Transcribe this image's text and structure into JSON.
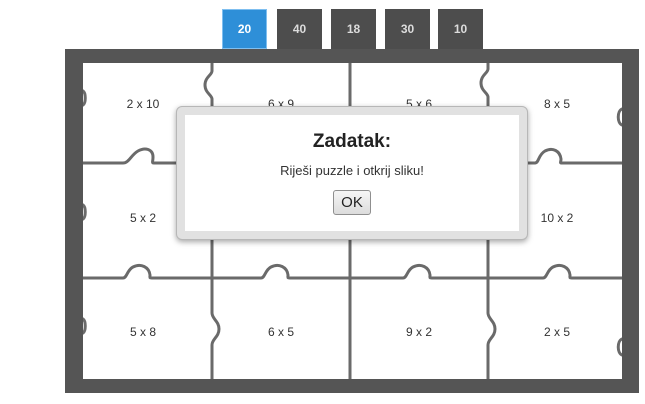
{
  "tabs": [
    {
      "label": "20",
      "active": true
    },
    {
      "label": "40",
      "active": false
    },
    {
      "label": "18",
      "active": false
    },
    {
      "label": "30",
      "active": false
    },
    {
      "label": "10",
      "active": false
    }
  ],
  "pieces": [
    {
      "label": "2 x 10"
    },
    {
      "label": "6 x 9"
    },
    {
      "label": "5 x 6"
    },
    {
      "label": "8 x 5"
    },
    {
      "label": "5 x 2"
    },
    {
      "label": ""
    },
    {
      "label": ""
    },
    {
      "label": "10 x 2"
    },
    {
      "label": "5 x 8"
    },
    {
      "label": "6 x 5"
    },
    {
      "label": "9 x 2"
    },
    {
      "label": "2 x 5"
    }
  ],
  "modal": {
    "title": "Zadatak:",
    "text": "Riješi puzzle i otkrij sliku!",
    "ok_label": "OK"
  },
  "colors": {
    "board": "#555555",
    "active_tab": "#2e8fd8",
    "tab": "#4d4d4d"
  }
}
